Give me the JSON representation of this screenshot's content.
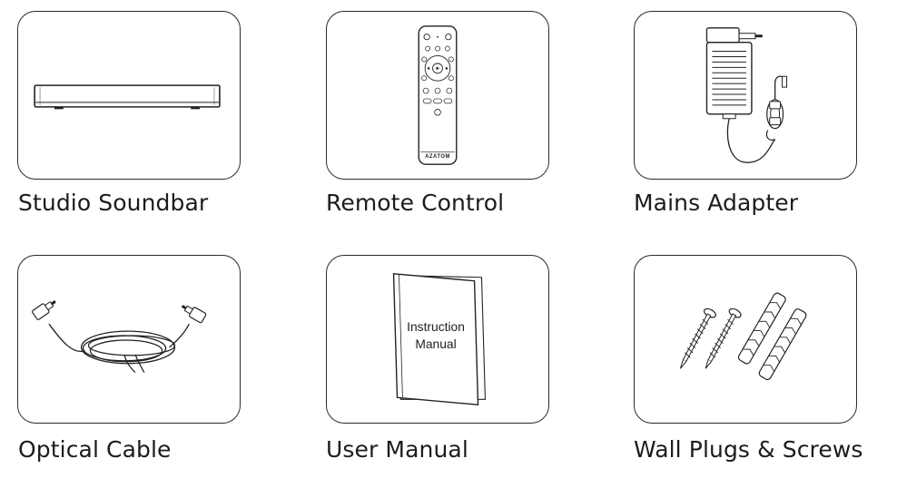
{
  "items": [
    {
      "label": "Studio Soundbar",
      "icon": "soundbar-icon"
    },
    {
      "label": "Remote Control",
      "icon": "remote-control-icon",
      "brand": "AZATOM"
    },
    {
      "label": "Mains Adapter",
      "icon": "power-adapter-icon"
    },
    {
      "label": "Optical Cable",
      "icon": "optical-cable-icon"
    },
    {
      "label": "User Manual",
      "icon": "user-manual-icon",
      "cover_line1": "Instruction",
      "cover_line2": "Manual"
    },
    {
      "label": "Wall Plugs & Screws",
      "icon": "wall-plugs-screws-icon"
    }
  ]
}
